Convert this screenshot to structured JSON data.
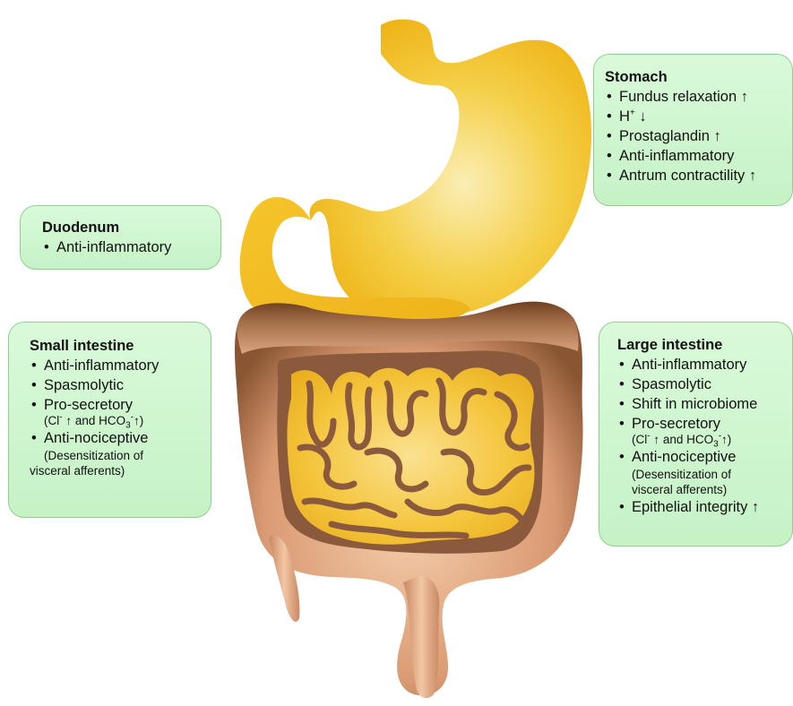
{
  "colors": {
    "box_fill": "#ccf5cc",
    "box_border": "#8fd08f",
    "stomach_yellow": "#f2c21d",
    "colon_brown": "#8b5a3c",
    "small_intestine_yellow": "#f5c01e"
  },
  "organs": {
    "stomach": "stomach",
    "duodenum": "duodenum",
    "small_intestine": "small intestine",
    "large_intestine": "large intestine"
  },
  "stomach": {
    "title": "Stomach",
    "items": [
      "Fundus relaxation ↑",
      "H",
      "+",
      " ↓",
      "Prostaglandin ↑",
      "Anti-inflammatory",
      "Antrum contractility ↑"
    ]
  },
  "duodenum": {
    "title": "Duodenum",
    "items": [
      "Anti-inflammatory"
    ]
  },
  "small_intestine": {
    "title": "Small intestine",
    "items": [
      "Anti-inflammatory",
      "Spasmolytic",
      "Pro-secretory",
      "Anti-nociceptive"
    ],
    "secretion_note": [
      "(Cl",
      "-",
      " ↑ and HCO",
      "3",
      "-",
      "↑)"
    ],
    "nociception_note": [
      "(Desensitization of",
      "visceral afferents)"
    ]
  },
  "large_intestine": {
    "title": "Large intestine",
    "items": [
      "Anti-inflammatory",
      "Spasmolytic",
      "Shift in microbiome",
      "Pro-secretory",
      "Anti-nociceptive",
      "Epithelial integrity ↑"
    ],
    "secretion_note": [
      "(Cl",
      "-",
      " ↑ and HCO",
      "3",
      "-",
      "↑)"
    ],
    "nociception_note": [
      "(Desensitization of",
      "visceral afferents)"
    ]
  }
}
